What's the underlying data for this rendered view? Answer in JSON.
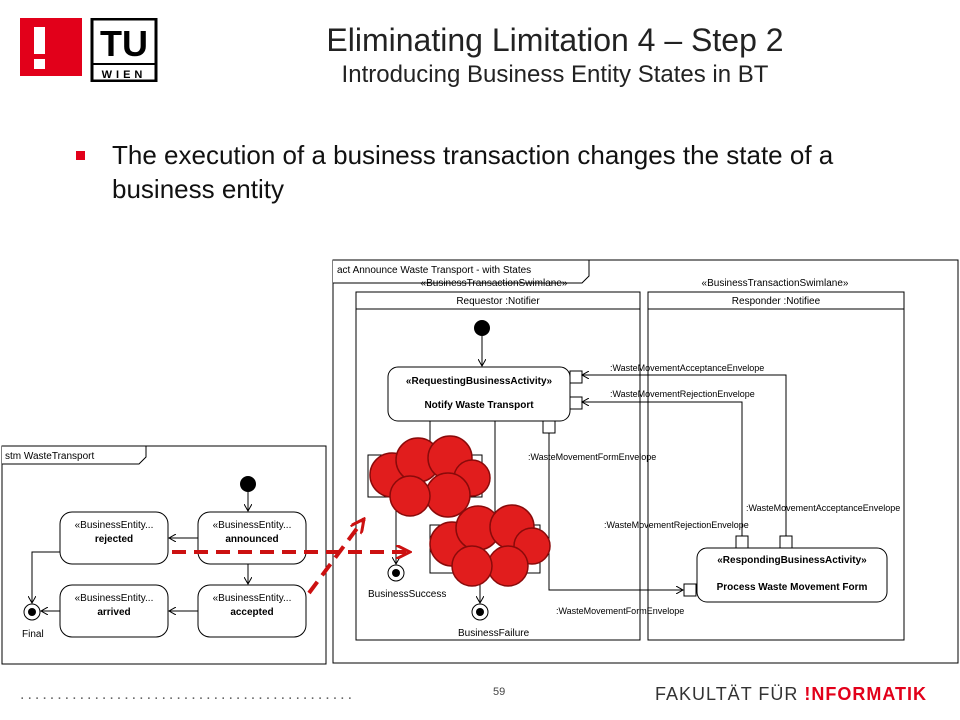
{
  "header": {
    "logo_excl": "!",
    "logo_tu": "TU",
    "logo_wien": "WIEN",
    "title": "Eliminating Limitation 4 – Step 2",
    "subtitle": "Introducing Business Entity States in BT"
  },
  "bullet": "The execution of a business transaction changes the state of a business entity",
  "activity": {
    "frame_label": "act Announce Waste Transport - with States",
    "swimlane_left_stereo": "«BusinessTransactionSwimlane»",
    "swimlane_right_stereo": "«BusinessTransactionSwimlane»",
    "lane_left": "Requestor :Notifier",
    "lane_right": "Responder :Notifiee",
    "requesting": {
      "stereo": "«RequestingBusinessActivity»",
      "name": "Notify Waste Transport"
    },
    "responding": {
      "stereo": "«RespondingBusinessActivity»",
      "name": "Process Waste Movement Form"
    },
    "env_accept_1": ":WasteMovementAcceptanceEnvelope",
    "env_reject_1": ":WasteMovementRejectionEnvelope",
    "env_form_1": ":WasteMovementFormEnvelope",
    "env_accept_2": ":WasteMovementAcceptanceEnvelope",
    "env_reject_2": ":WasteMovementRejectionEnvelope",
    "env_form_2": ":WasteMovementFormEnvelope",
    "success": "BusinessSuccess",
    "failure": "BusinessFailure"
  },
  "stm": {
    "frame_label": "stm WasteTransport",
    "states": {
      "rejected": {
        "stereo": "«BusinessEntity...",
        "name": "rejected"
      },
      "announced": {
        "stereo": "«BusinessEntity...",
        "name": "announced"
      },
      "arrived": {
        "stereo": "«BusinessEntity...",
        "name": "arrived"
      },
      "accepted": {
        "stereo": "«BusinessEntity...",
        "name": "accepted"
      }
    },
    "final": "Final"
  },
  "footer": {
    "dots": ".............................................",
    "page": "59",
    "faculty": "FAKULTÄT FÜR ",
    "informatik": "!NFORMATIK"
  },
  "colors": {
    "brand_red": "#e2001a",
    "cloud_red": "#e11d1d",
    "arrow_red": "#cc1111"
  }
}
